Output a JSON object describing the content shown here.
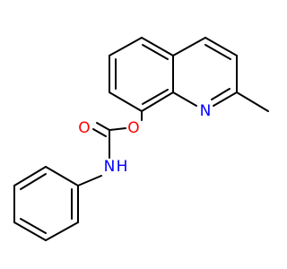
{
  "molecule": {
    "colors": {
      "bond": "#000000",
      "nitrogen": "#0000ff",
      "oxygen": "#ff0000"
    },
    "labels": {
      "ring_nitrogen": "N",
      "ester_oxygen": "O",
      "carbonyl_oxygen": "O",
      "amide_nitrogen": "N",
      "amide_hydrogen": "H"
    }
  }
}
